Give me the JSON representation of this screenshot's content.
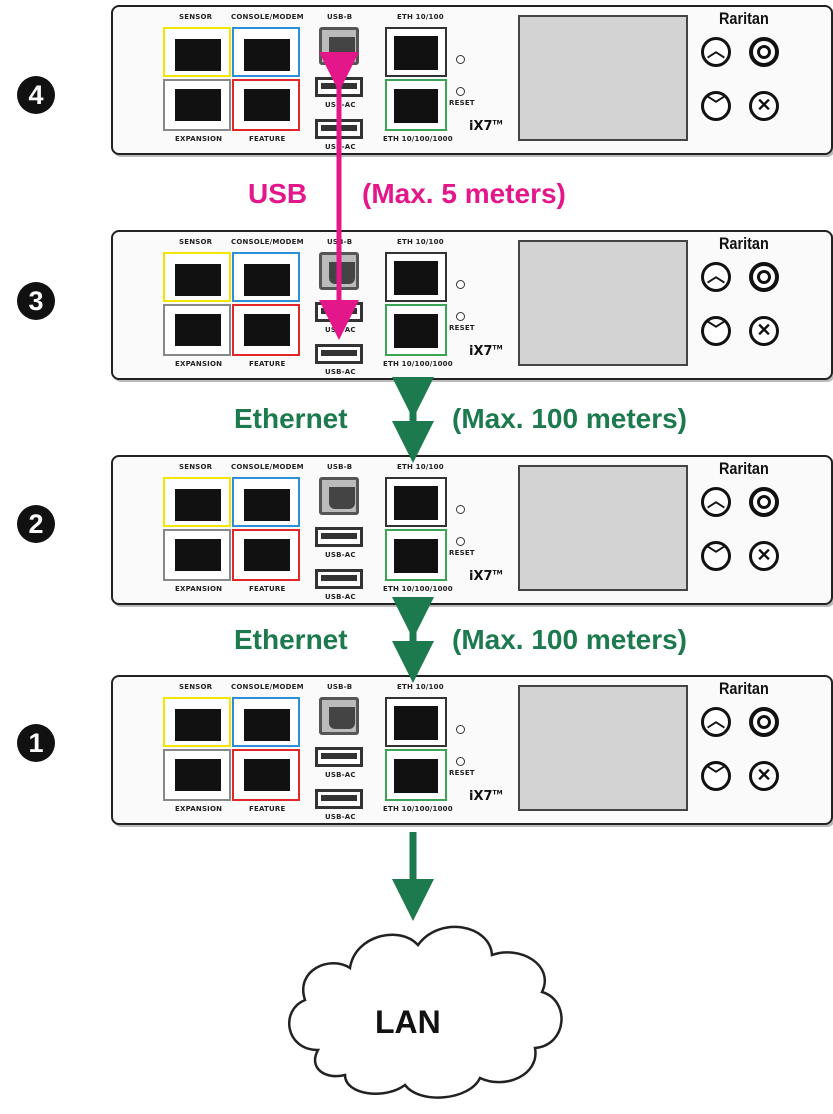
{
  "brand": "Raritan",
  "model": "iX7",
  "model_tm": "TM",
  "port_labels": {
    "sensor": "SENSOR",
    "console": "CONSOLE/MODEM",
    "expansion": "EXPANSION",
    "feature": "FEATURE",
    "usb_b": "USB-B",
    "usb_ac_1": "USB-AC",
    "usb_ac_2": "USB-AC",
    "eth_top": "ETH 10/100",
    "eth_bottom": "ETH 10/100/1000",
    "reset": "RESET"
  },
  "units": [
    {
      "number": "4"
    },
    {
      "number": "3"
    },
    {
      "number": "2"
    },
    {
      "number": "1"
    }
  ],
  "connections": {
    "usb": {
      "label": "USB",
      "limit": "(Max. 5 meters)"
    },
    "ethernet_1": {
      "label": "Ethernet",
      "limit": "(Max. 100 meters)"
    },
    "ethernet_2": {
      "label": "Ethernet",
      "limit": "(Max. 100 meters)"
    }
  },
  "lan_label": "LAN",
  "colors": {
    "usb": "#e3178a",
    "ethernet": "#1c7a4e",
    "sensor_border": "#f2e600",
    "console_border": "#2b8fd9",
    "feature_border": "#e3262a",
    "eth_bottom_border": "#3aa655"
  }
}
